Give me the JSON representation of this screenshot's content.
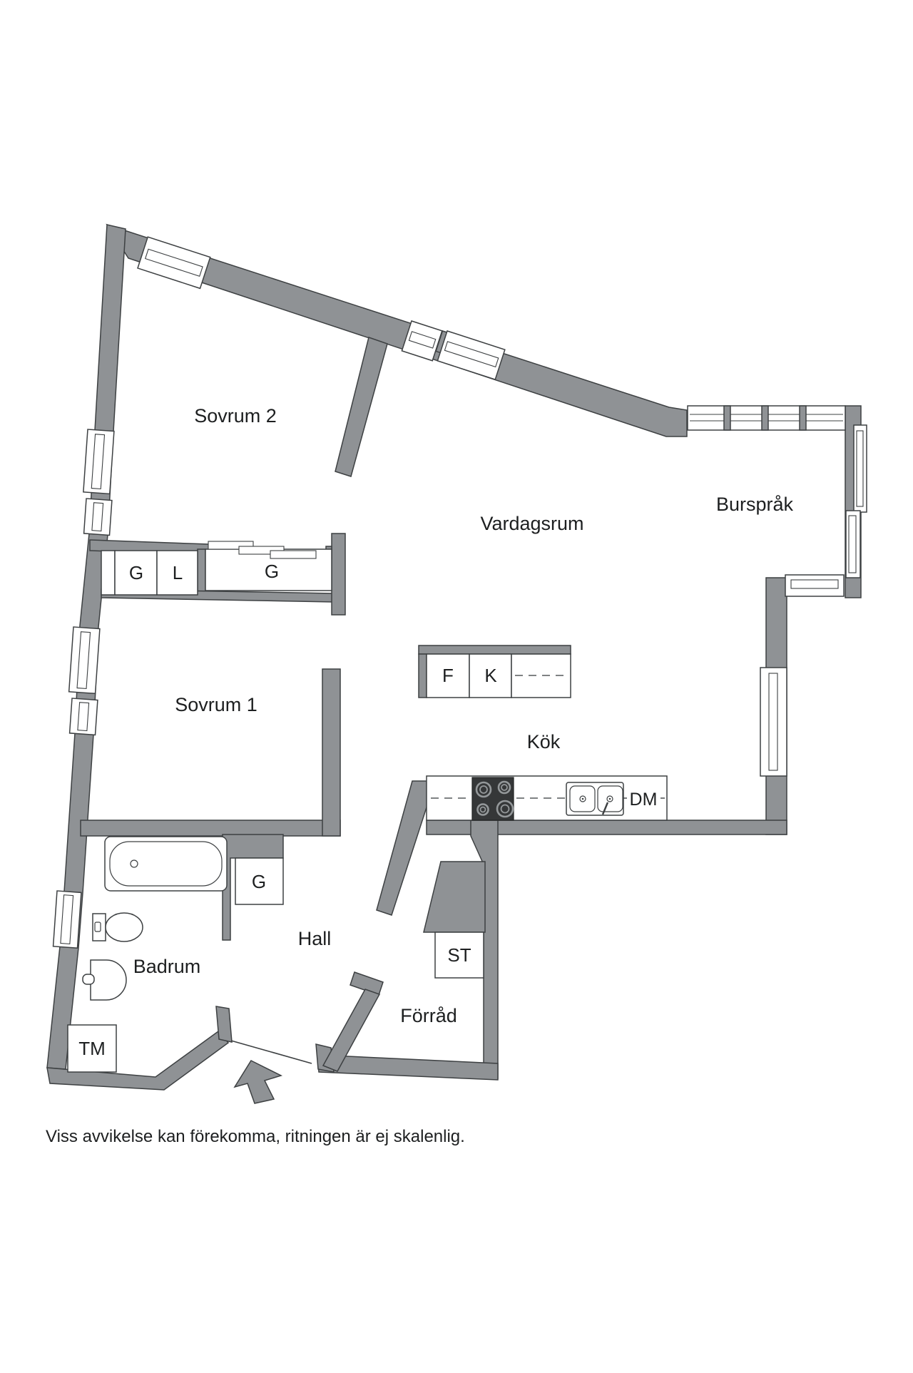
{
  "floorplan": {
    "rooms": {
      "sovrum2": "Sovrum 2",
      "vardagsrum": "Vardagsrum",
      "bursprak": "Burspråk",
      "sovrum1": "Sovrum 1",
      "kok": "Kök",
      "hall": "Hall",
      "badrum": "Badrum",
      "forrad": "Förråd"
    },
    "fixtures": {
      "closet_g1": "G",
      "closet_l": "L",
      "closet_g2": "G",
      "fridge": "F",
      "freezer": "K",
      "dishwasher": "DM",
      "closet_g3": "G",
      "closet_st": "ST",
      "washer": "TM"
    },
    "disclaimer": "Viss avvikelse kan förekomma, ritningen är ej skalenlig.",
    "colors": {
      "wall": "#8f9295",
      "outline": "#3d4042",
      "text": "#1d1f20",
      "stove": "#353738",
      "background": "#ffffff"
    }
  }
}
